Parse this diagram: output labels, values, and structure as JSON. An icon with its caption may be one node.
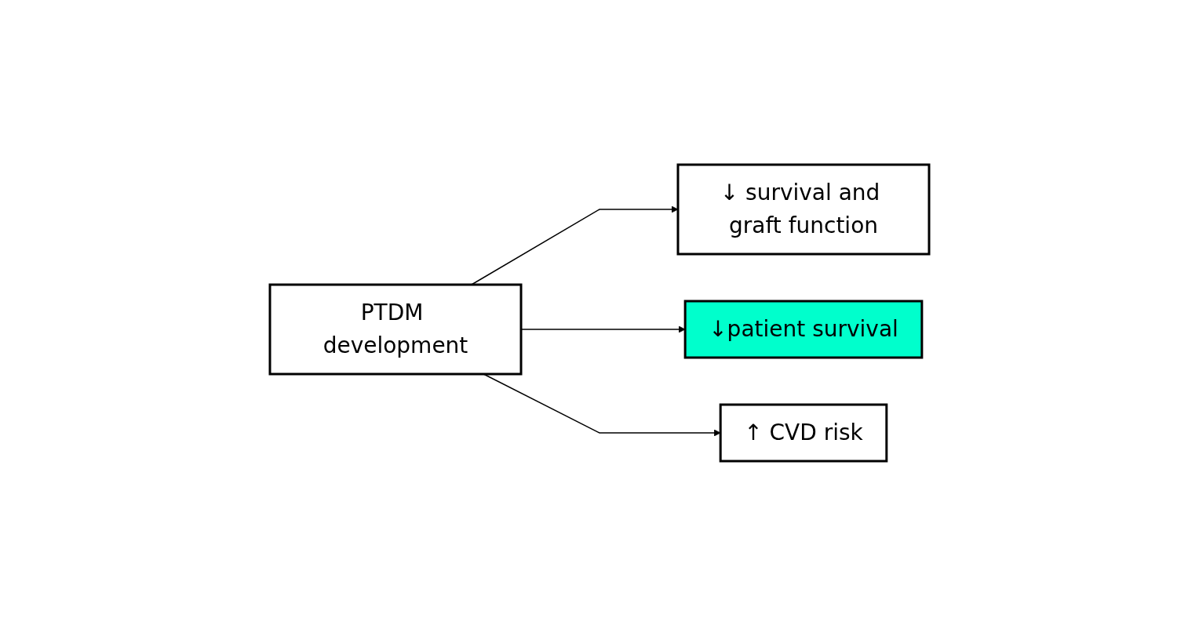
{
  "diagram": {
    "nodes": [
      {
        "text": [
          "PTDM development"
        ]
      },
      {
        "text": [
          "↓ survival and graft function"
        ]
      },
      {
        "text": [
          "↓patient survival"
        ]
      },
      {
        "text": [
          "↑ CVD risk"
        ]
      }
    ],
    "edges": [
      {
        "from": 0,
        "to": 1,
        "arrow": "to"
      },
      {
        "from": 0,
        "to": 2,
        "arrow": "to"
      },
      {
        "from": 0,
        "to": 3,
        "arrow": "to"
      }
    ]
  }
}
